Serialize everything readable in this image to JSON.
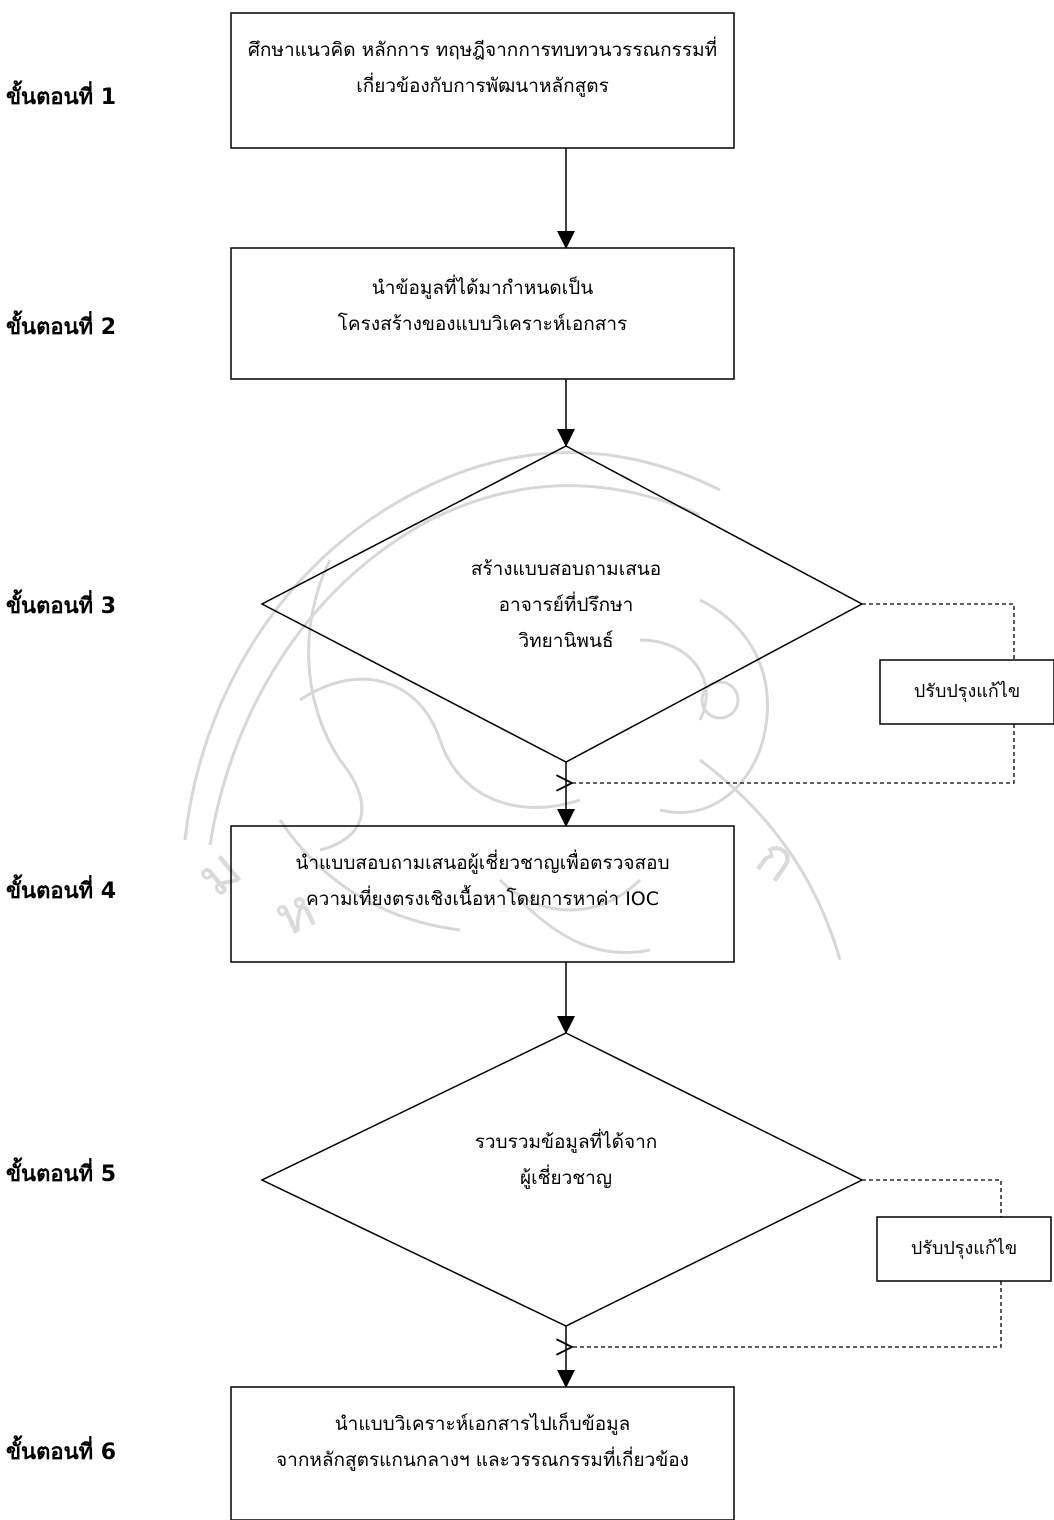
{
  "steps": [
    {
      "label": "ขั้นตอนที่ 1",
      "lines": [
        "ศึกษาแนวคิด หลักการ ทฤษฎีจากการทบทวนวรรณกรรมที่",
        "เกี่ยวข้องกับการพัฒนาหลักสูตร"
      ]
    },
    {
      "label": "ขั้นตอนที่ 2",
      "lines": [
        "นำข้อมูลที่ได้มากำหนดเป็น",
        "โครงสร้างของแบบวิเคราะห์เอกสาร"
      ]
    },
    {
      "label": "ขั้นตอนที่ 3",
      "lines": [
        "สร้างแบบสอบถามเสนอ",
        "อาจารย์ที่ปรึกษา",
        "วิทยานิพนธ์"
      ]
    },
    {
      "label": "ขั้นตอนที่ 4",
      "lines": [
        "นำแบบสอบถามเสนอผู้เชี่ยวชาญเพื่อตรวจสอบ",
        "ความเที่ยงตรงเชิงเนื้อหาโดยการหาค่า IOC"
      ]
    },
    {
      "label": "ขั้นตอนที่ 5",
      "lines": [
        "รวบรวมข้อมูลที่ได้จาก",
        "ผู้เชี่ยวชาญ"
      ]
    },
    {
      "label": "ขั้นตอนที่ 6",
      "lines": [
        "นำแบบวิเคราะห์เอกสารไปเก็บข้อมูล",
        "จากหลักสูตรแกนกลางฯ และวรรณกรรมที่เกี่ยวข้อง"
      ]
    }
  ],
  "feedback": {
    "revise_1": "ปรับปรุงแก้ไข",
    "revise_2": "ปรับปรุงแก้ไข"
  },
  "colors": {
    "stroke": "#000000",
    "fill": "#ffffff",
    "watermark": "#b0b0b0"
  }
}
